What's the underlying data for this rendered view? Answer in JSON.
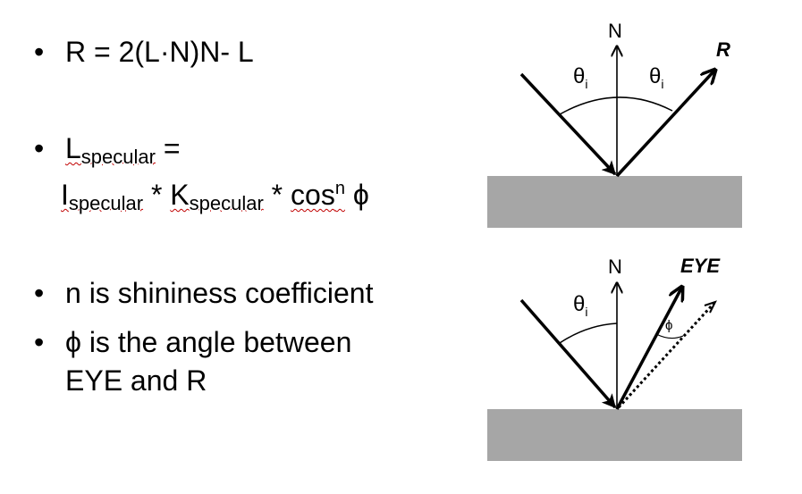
{
  "bullets": {
    "symbol": "•",
    "b1": {
      "text": "R = 2(L·N)N- L"
    },
    "b2": {
      "l": "L",
      "l_sub": "specular",
      "eq": " =",
      "i": "I",
      "i_sub": "specular",
      "times1": " * ",
      "k": "K",
      "k_sub": "specular",
      "times2": " * ",
      "cos": "cos",
      "exp": "n",
      "phi": " ϕ"
    },
    "b3": {
      "text": "n is shininess coefficient"
    },
    "b4": {
      "line1": "ϕ is the angle between",
      "line2": "EYE and R"
    }
  },
  "diagram_top": {
    "normal_label": "N",
    "theta": "θ",
    "theta_sub": "i",
    "reflect_label": "R"
  },
  "diagram_bottom": {
    "normal_label": "N",
    "theta": "θ",
    "theta_sub": "i",
    "eye_label": "EYE",
    "phi_label": "ϕ"
  },
  "colors": {
    "surface": "#a6a6a6",
    "text": "#000000",
    "spellcheck": "#c00000"
  }
}
